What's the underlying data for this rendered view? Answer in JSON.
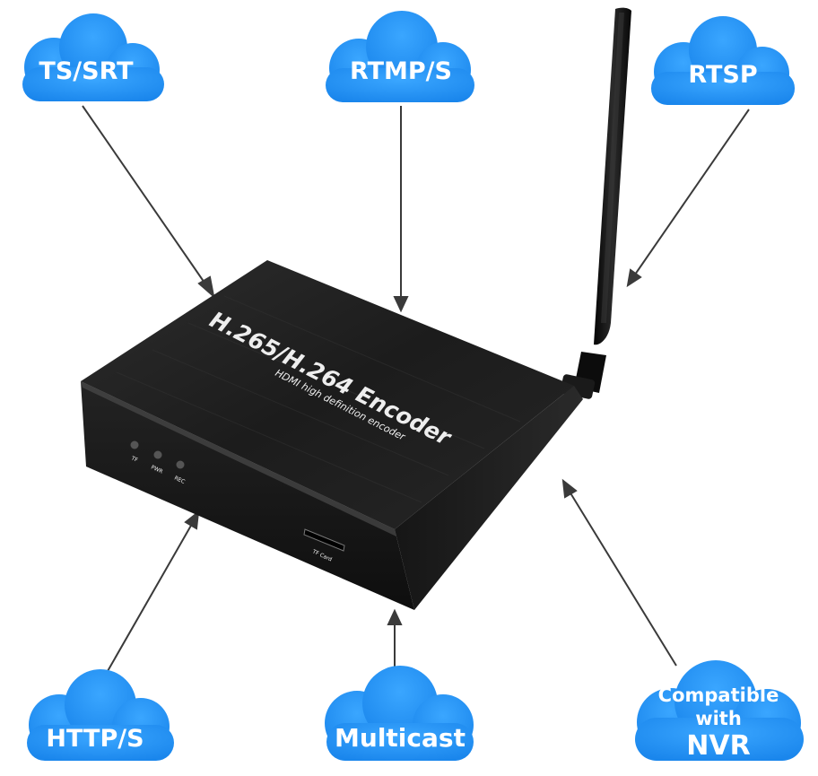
{
  "clouds": {
    "ts_srt": "TS/SRT",
    "rtmp_s": "RTMP/S",
    "rtsp": "RTSP",
    "http_s": "HTTP/S",
    "multicast": "Multicast",
    "nvr_line1": "Compatible",
    "nvr_line2": "with",
    "nvr_line3": "NVR"
  },
  "device": {
    "title": "H.265/H.264 Encoder",
    "subtitle": "HDMI high definition encoder",
    "led_tf": "TF",
    "led_pwr": "PWR",
    "led_rec": "REC",
    "slot_label": "TF Card"
  },
  "colors": {
    "cloud": "#1e90f0",
    "arrow": "#3a3a3a",
    "device_body": "#1a1a1a",
    "antenna": "#121212"
  }
}
